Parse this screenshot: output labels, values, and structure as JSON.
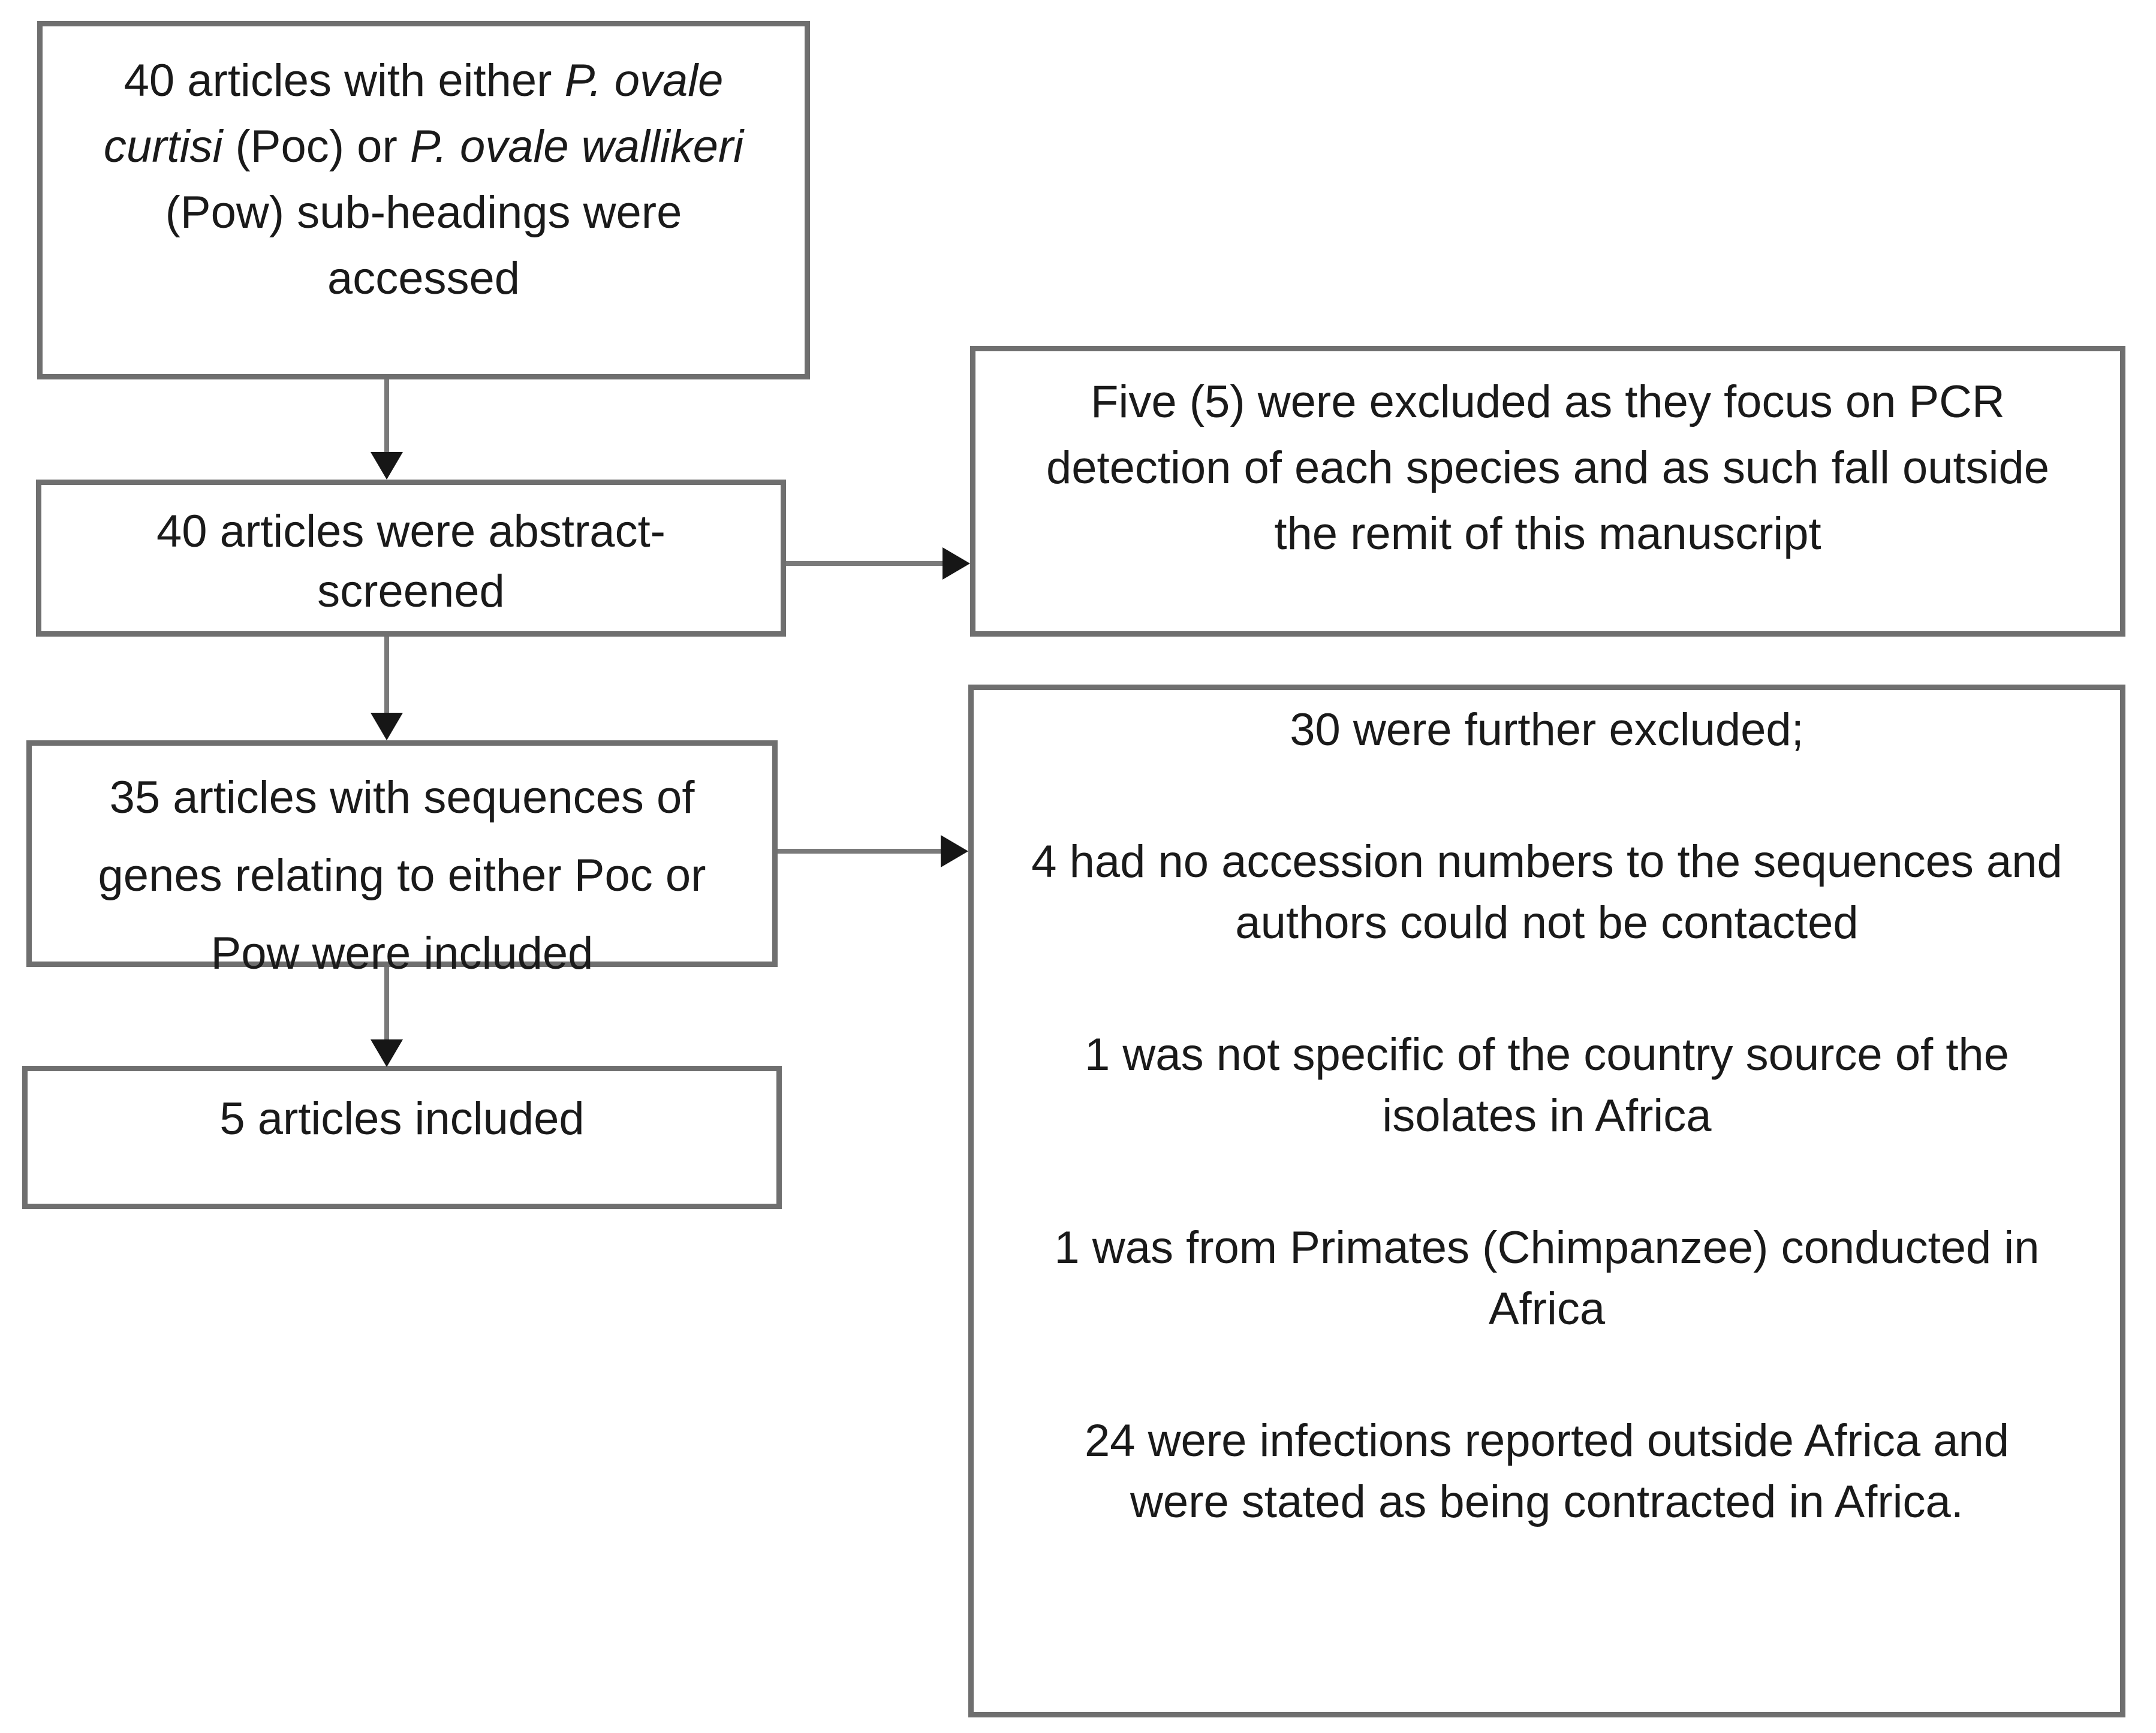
{
  "figure": {
    "type": "flow-diagram",
    "background": "#ffffff",
    "colors": {
      "box_border": "#6f6f6f",
      "connector_line": "#7a7a7a",
      "arrowhead": "#161616",
      "text": "#1a1a1a"
    },
    "boxes": {
      "accessed": {
        "lines": [
          [
            {
              "t": "40 articles with either ",
              "i": false
            },
            {
              "t": "P. ovale",
              "i": true
            }
          ],
          [
            {
              "t": "curtisi",
              "i": true
            },
            {
              "t": " (Poc) or ",
              "i": false
            },
            {
              "t": "P. ovale wallikeri",
              "i": true
            }
          ],
          [
            {
              "t": "(Pow) sub-headings were",
              "i": false
            }
          ],
          [
            {
              "t": "accessed",
              "i": false
            }
          ]
        ]
      },
      "abstract_screened": {
        "lines": [
          "40 articles were abstract-",
          "screened"
        ]
      },
      "pcr_excluded": {
        "lines": [
          "Five (5) were excluded as they focus on PCR",
          "detection of each species and as such fall outside",
          "the remit of this manuscript"
        ]
      },
      "sequences_included": {
        "lines": [
          "35 articles with sequences of",
          "genes relating to either Poc or",
          "Pow were included"
        ]
      },
      "further_excluded": {
        "paragraphs": [
          [
            "30 were further excluded;"
          ],
          [
            "4 had no accession numbers to the sequences and",
            "authors could not be contacted"
          ],
          [
            "1 was not specific of the country source of the",
            "isolates in Africa"
          ],
          [
            "1 was from Primates (Chimpanzee) conducted in",
            "Africa"
          ],
          [
            "24 were infections reported outside Africa and",
            "were stated as being contracted in Africa."
          ]
        ]
      },
      "articles_included": {
        "lines": [
          "5 articles included"
        ]
      }
    }
  }
}
